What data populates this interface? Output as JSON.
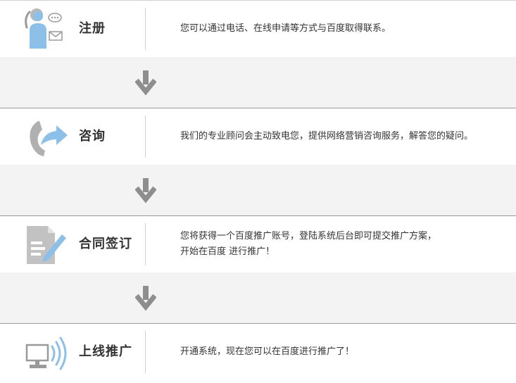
{
  "steps": [
    {
      "title": "注册",
      "icon": "person-contact-icon",
      "lines": [
        "您可以通过电话、在线申请等方式与百度取得联系。"
      ]
    },
    {
      "title": "咨询",
      "icon": "phone-callback-icon",
      "lines": [
        "我们的专业顾问会主动致电您，提供网络营销咨询服务，解答您的疑问。"
      ]
    },
    {
      "title": "合同签订",
      "icon": "document-pen-icon",
      "lines": [
        "您将获得一个百度推广账号，登陆系统后台即可提交推广方案，",
        "开始在百度 进行推广！"
      ]
    },
    {
      "title": "上线推广",
      "icon": "computer-broadcast-icon",
      "lines": [
        "开通系统，现在您可以在百度进行推广了！"
      ]
    }
  ],
  "colors": {
    "icon_blue": "#8cc0e8",
    "icon_gray": "#9a9a9a",
    "arrow_gray": "#8e8e8e",
    "text": "#333333",
    "gap_bg": "#f3f3f3"
  }
}
